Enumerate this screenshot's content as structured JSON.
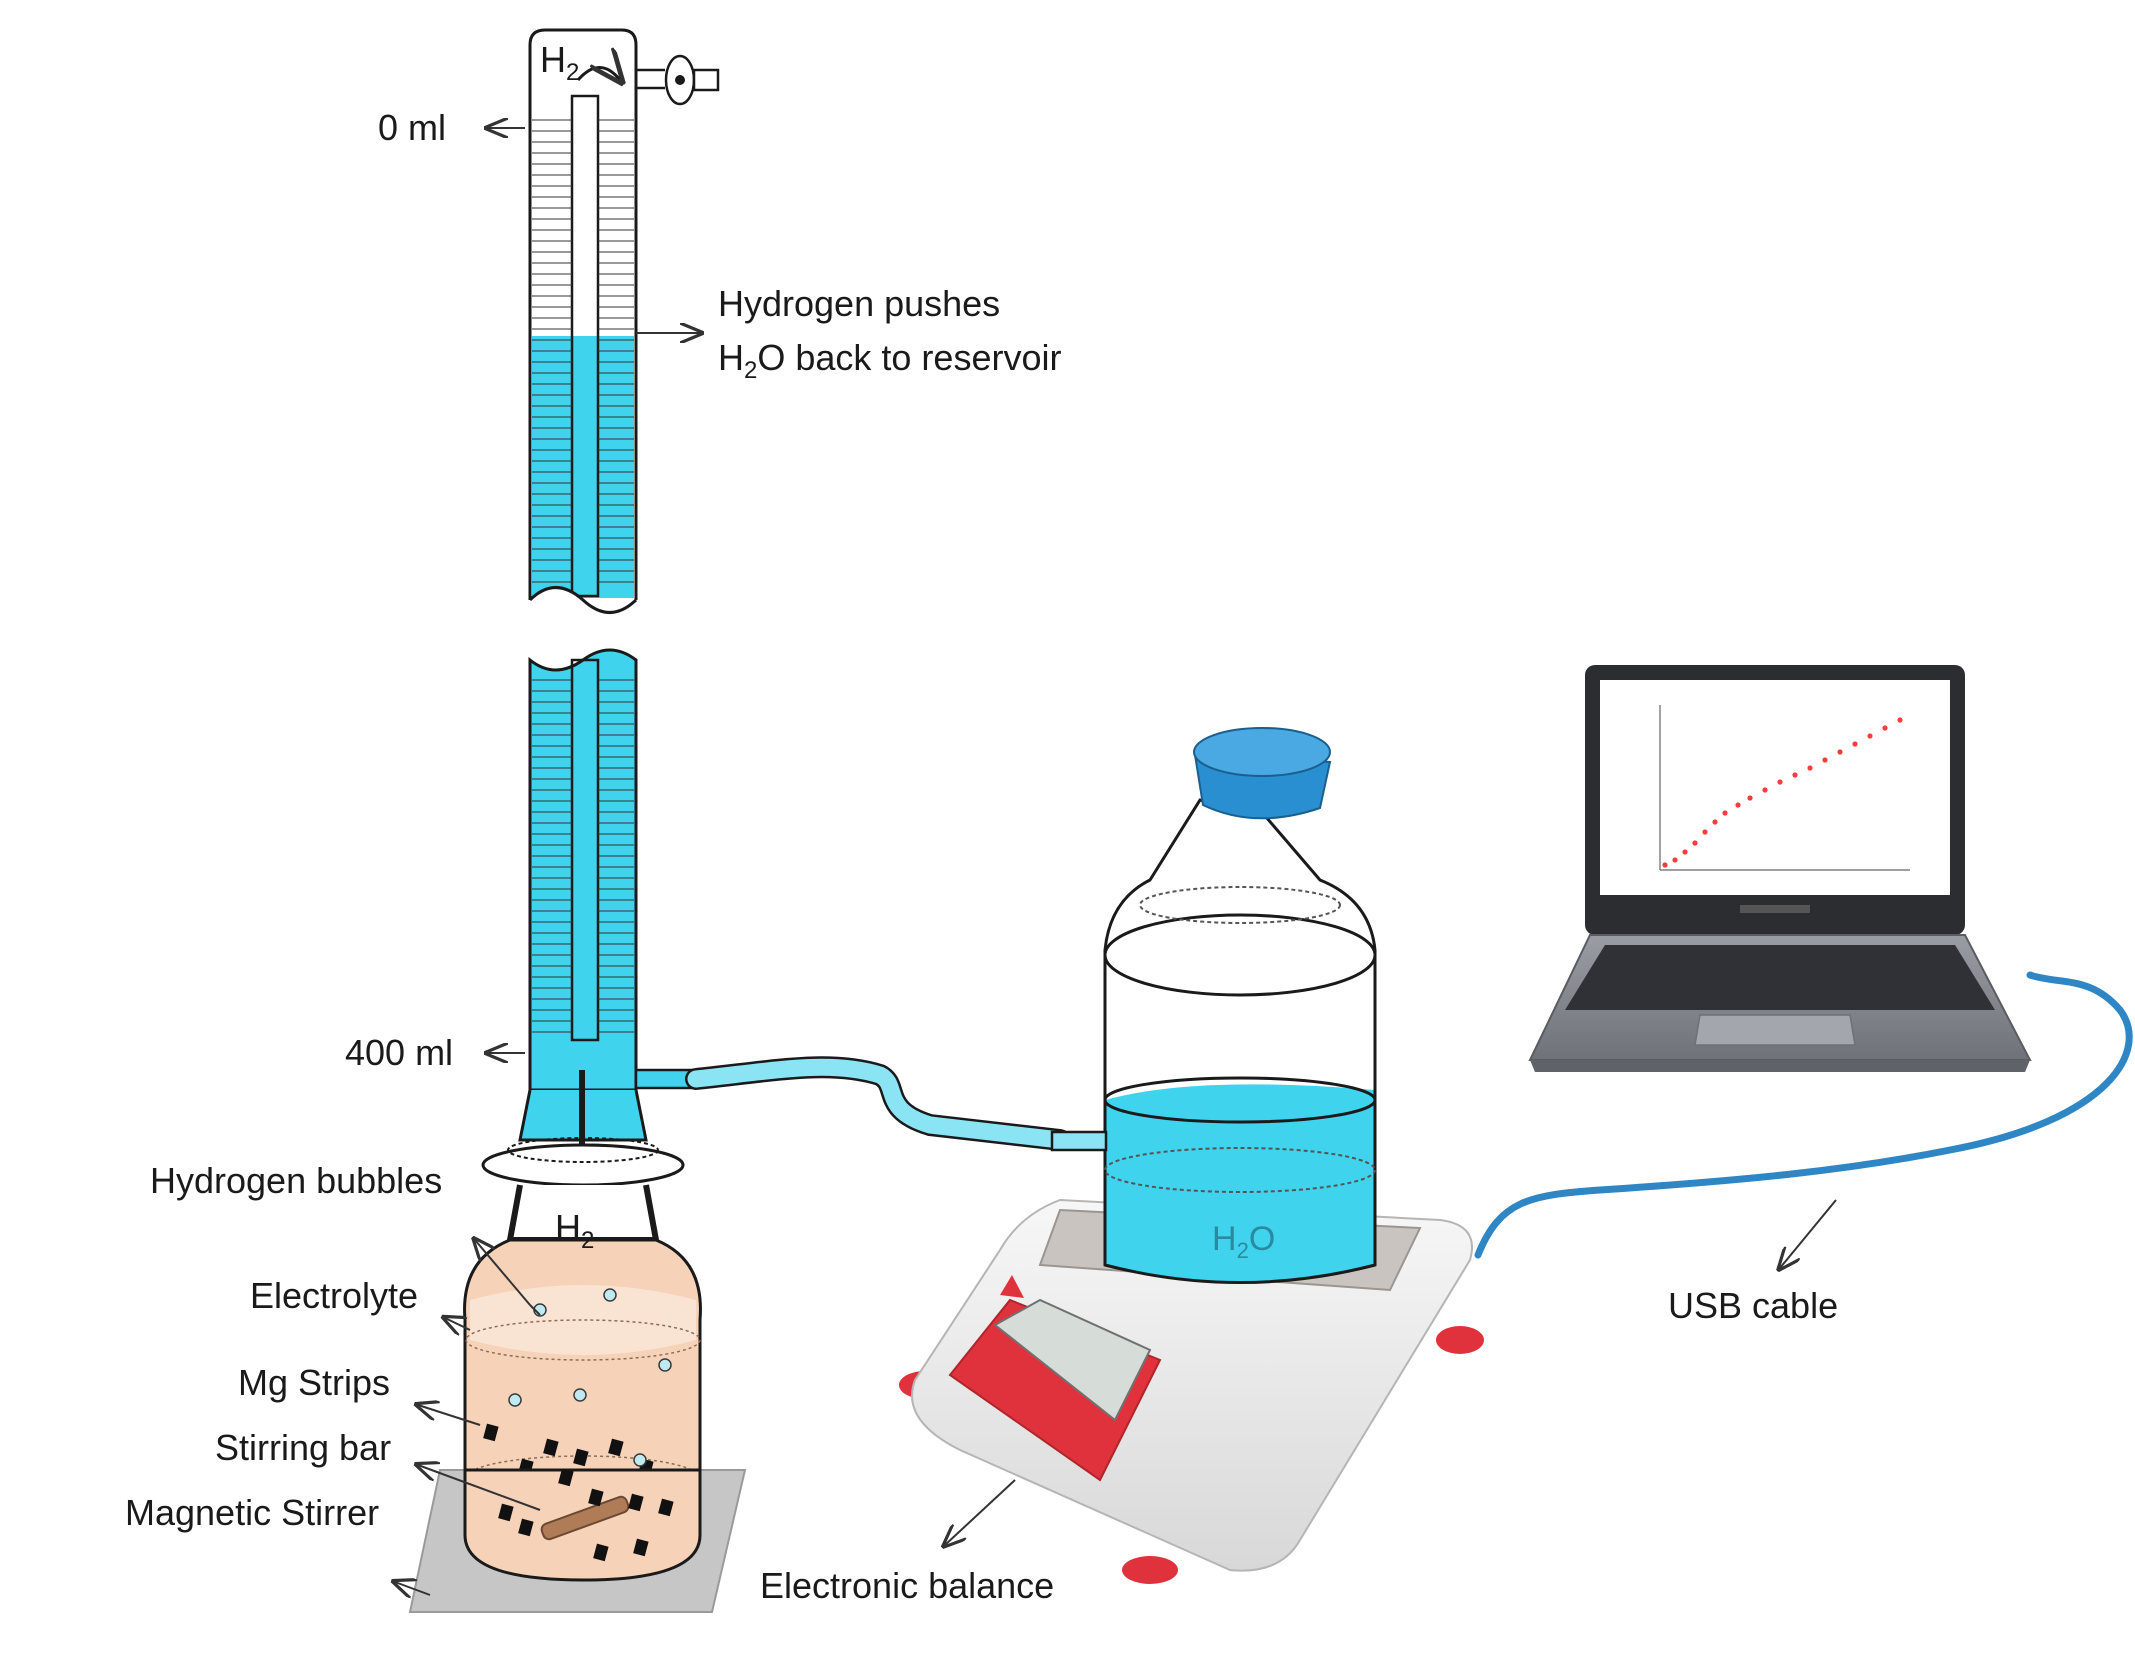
{
  "labels": {
    "zero_ml": "0 ml",
    "four_hundred_ml": "400 ml",
    "h2_top_base": "H",
    "h2_top_sub": "2",
    "h2_jar_base": "H",
    "h2_jar_sub": "2",
    "hydrogen_pushes_line1": "Hydrogen pushes",
    "hydrogen_pushes_line2_prefix": "H",
    "hydrogen_pushes_line2_sub": "2",
    "hydrogen_pushes_line2_suffix": "O back to reservoir",
    "hydrogen_bubbles": "Hydrogen bubbles",
    "electrolyte": "Electrolyte",
    "mg_strips": "Mg Strips",
    "stirring_bar": "Stirring bar",
    "magnetic_stirrer": "Magnetic Stirrer",
    "reservoir_h2o_base": "H",
    "reservoir_h2o_sub": "2",
    "reservoir_h2o_suffix": "O",
    "electronic_balance": "Electronic balance",
    "usb_cable": "USB cable"
  },
  "colors": {
    "water": "#3fd3ee",
    "water_dark": "#1fb0d4",
    "electrolyte": "#f6d2b8",
    "bottle_cap": "#2a8fd0",
    "balance_red": "#e0323c",
    "balance_body": "#ececec",
    "usb_cable": "#2f86c4",
    "laptop_body": "#8a8d94",
    "graph_points": "#ff3b3b"
  },
  "icons": [
    "stopcock-icon",
    "laptop-icon",
    "balance-icon",
    "bottle-icon",
    "magnetic-stirrer-icon"
  ]
}
